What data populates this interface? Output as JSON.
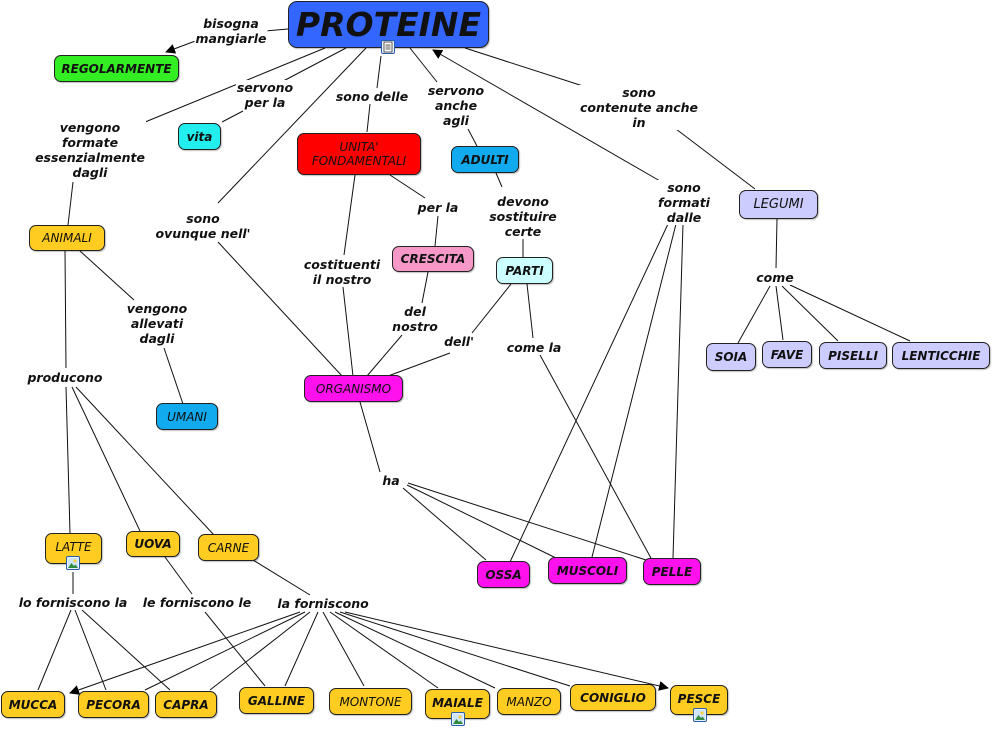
{
  "map": {
    "title": "PROTEINE",
    "colors": {
      "title": "#3366ff",
      "green": "#33ee22",
      "cyan": "#22eeee",
      "red": "#ff0000",
      "blue": "#11aaee",
      "pink": "#f799c8",
      "lightcyan": "#ccffff",
      "lavender": "#ccccff",
      "magenta": "#ff11ee",
      "gold": "#ffcc22"
    },
    "nodes": {
      "proteine": "PROTEINE",
      "regolarmente": "REGOLARMENTE",
      "vita": "vita",
      "unita": "UNITA' FONDAMENTALI",
      "adulti": "ADULTI",
      "legumi": "LEGUMI",
      "animali": "ANIMALI",
      "crescita": "CRESCITA",
      "parti": "PARTI",
      "soia": "SOIA",
      "fave": "FAVE",
      "piselli": "PISELLI",
      "lenticchie": "LENTICCHIE",
      "organismo": "ORGANISMO",
      "umani": "UMANI",
      "latte": "LATTE",
      "uova": "UOVA",
      "carne": "CARNE",
      "ossa": "OSSA",
      "muscoli": "MUSCOLI",
      "pelle": "PELLE",
      "mucca": "MUCCA",
      "pecora": "PECORA",
      "capra": "CAPRA",
      "galline": "GALLINE",
      "montone": "MONTONE",
      "maiale": "MAIALE",
      "manzo": "MANZO",
      "coniglio": "CONIGLIO",
      "pesce": "PESCE"
    },
    "links": {
      "bisogna": "bisogna\nmangiarle",
      "servono_per": "servono\nper la",
      "sono_delle": "sono delle",
      "servono_anche": "servono\nanche\nagli",
      "contenute": "sono\ncontenute anche\nin",
      "vengono_formate": "vengono\nformate\nessenzialmente\ndagli",
      "ovunque": "sono\novunque nell'",
      "per_la": "per la",
      "devono": "devono\nsostituire\ncerte",
      "formati": "sono\nformati\ndalle",
      "costituenti": "costituenti\nil nostro",
      "come": "come",
      "vengono_allevati": "vengono\nallevati\ndagli",
      "del_nostro": "del\nnostro",
      "dell": "dell'",
      "come_la": "come la",
      "producono": "producono",
      "ha": "ha",
      "lo_forniscono": "lo forniscono la",
      "le_forniscono": "le forniscono le",
      "la_forniscono": "la forniscono"
    },
    "resource_icons": {
      "proteine": "document-icon",
      "latte": "image-icon",
      "maiale": "image-icon",
      "pesce": "image-icon"
    }
  }
}
